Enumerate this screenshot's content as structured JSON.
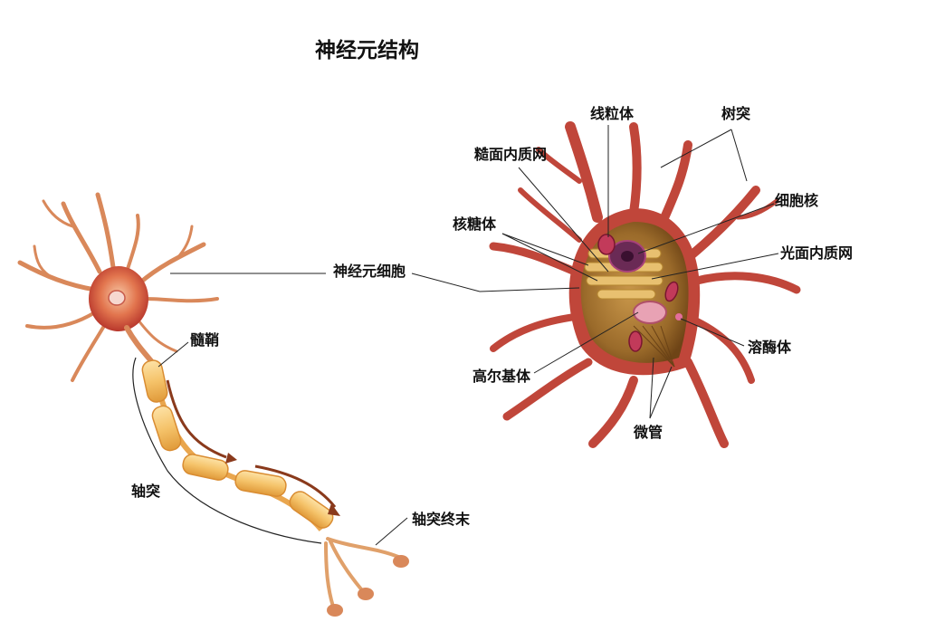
{
  "title": "神经元结构",
  "labels": {
    "mitochondria": "线粒体",
    "dendrite": "树突",
    "rough_er": "糙面内质网",
    "nucleus": "细胞核",
    "ribosome": "核糖体",
    "smooth_er": "光面内质网",
    "cell_body": "神经元细胞",
    "myelin_sheath": "髓鞘",
    "golgi": "高尔基体",
    "lysosome": "溶酶体",
    "microtubule": "微管",
    "axon": "轴突",
    "axon_terminal": "轴突终末"
  },
  "colors": {
    "membrane": "#b8372c",
    "cytoplasm": "#9a6a2a",
    "myelin": "#f5c36a",
    "leader": "#222222"
  }
}
